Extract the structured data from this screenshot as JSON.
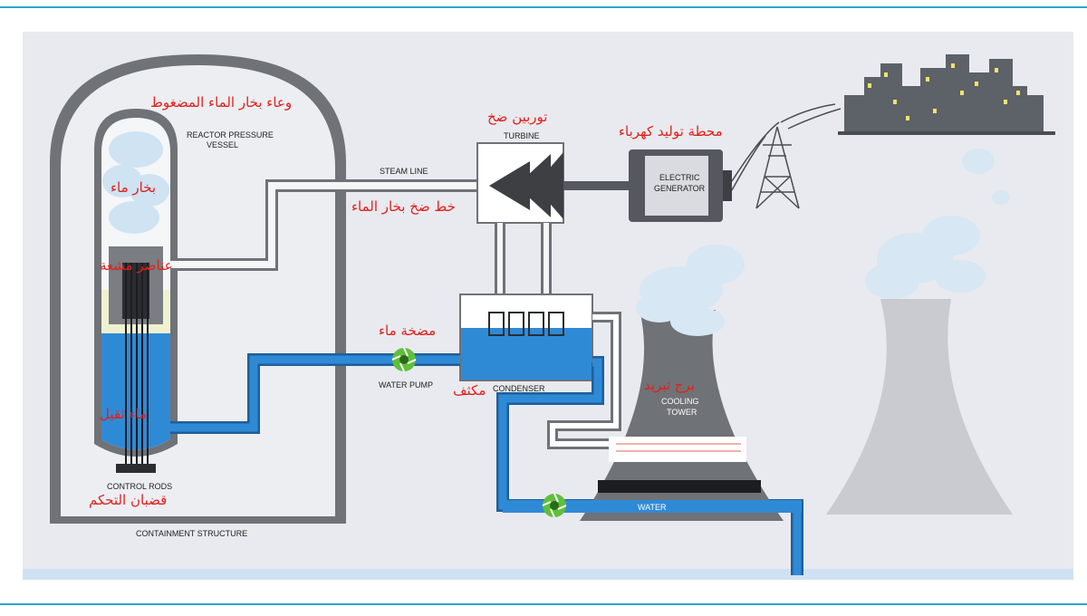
{
  "colors": {
    "frame_line": "#2aa7c9",
    "panel_bg": "#e8eaef",
    "containment": "#6f7277",
    "water": "#2f8ad6",
    "steam": "#cfe3f2",
    "arabic_red": "#e0201b",
    "pump_green": "#5fbf3a",
    "generator": "#55595f",
    "building_yellow": "#f5e36a"
  },
  "labels_en": {
    "reactor_vessel_line1": "REACTOR PRESSURE",
    "reactor_vessel_line2": "VESSEL",
    "steam_line": "STEAM LINE",
    "turbine": "TURBINE",
    "generator_line1": "ELECTRIC",
    "generator_line2": "GENERATOR",
    "water_pump": "WATER PUMP",
    "condenser": "CONDENSER",
    "cooling_tower_line1": "COOLING",
    "cooling_tower_line2": "TOWER",
    "water": "WATER",
    "control_rods": "CONTROL RODS",
    "containment": "CONTAINMENT STRUCTURE"
  },
  "labels_ar": {
    "reactor_vessel": "وعاء بخار الماء المضغوط",
    "steam": "بخار ماء",
    "fuel": "عناصر مشعة",
    "heavy_water": "ماء ثقيل",
    "control_rods": "قضبان التحكم",
    "steam_line": "خط ضخ بخار الماء",
    "turbine": "توربين ضخ",
    "generator": "محطة توليد كهرباء",
    "water_pump": "مضخة ماء",
    "condenser": "مكثف",
    "cooling_tower": "برج تبريد"
  },
  "icons": [
    "pump-icon",
    "power-tower-icon",
    "city-skyline-icon",
    "steam-cloud-icon"
  ]
}
